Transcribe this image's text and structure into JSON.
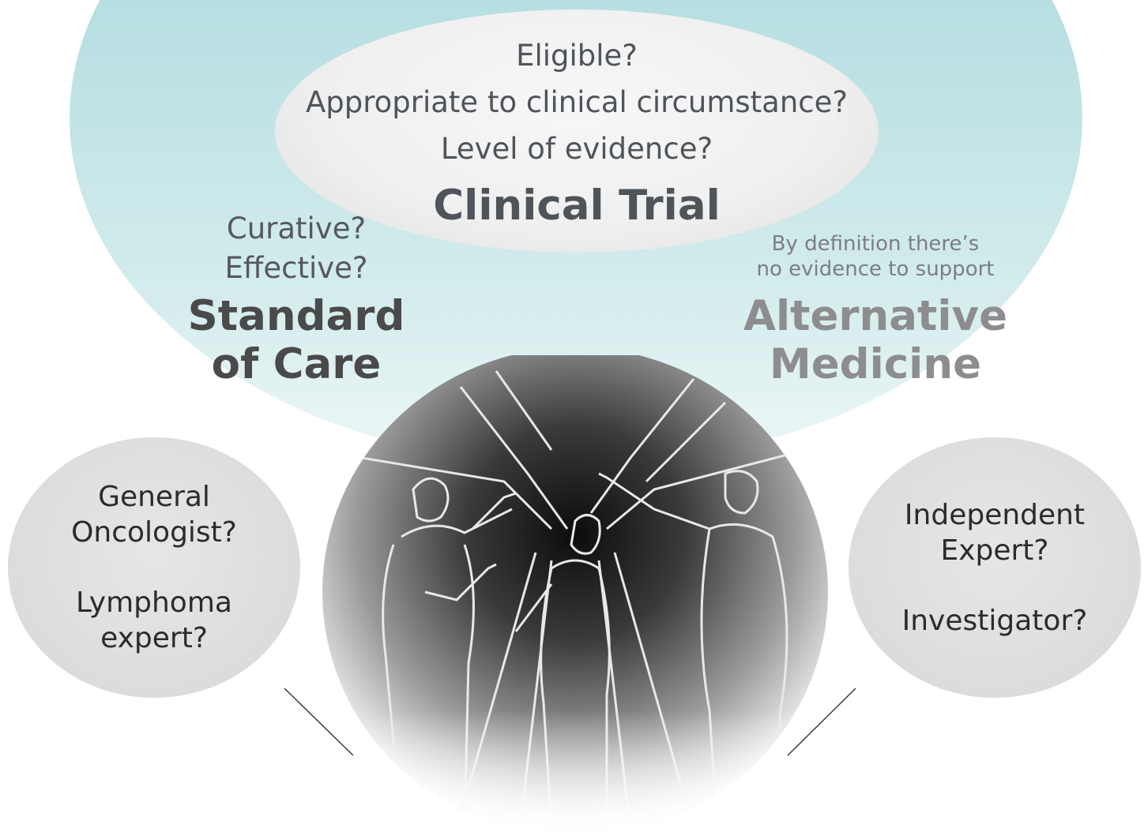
{
  "clinical_trial": {
    "questions": [
      "Eligible?",
      "Appropriate to clinical circumstance?",
      "Level of evidence?"
    ],
    "title": "Clinical Trial"
  },
  "standard_of_care": {
    "questions": [
      "Curative?",
      "Effective?"
    ],
    "title_line1": "Standard",
    "title_line2": "of Care"
  },
  "alternative_medicine": {
    "note_line1": "By definition there’s",
    "note_line2": "no evidence to support",
    "title_line1": "Alternative",
    "title_line2": "Medicine"
  },
  "left_bubble": {
    "q1_line1": "General",
    "q1_line2": "Oncologist?",
    "q2_line1": "Lymphoma",
    "q2_line2": "expert?"
  },
  "right_bubble": {
    "q1_line1": "Independent",
    "q1_line2": "Expert?",
    "q2_line1": "Investigator?"
  },
  "colors": {
    "bubble_top": "#a6d6d9",
    "bubble_bottom": "#eef7f7",
    "dark_text": "#4e545a",
    "muted_title": "#8d8d90",
    "side_bubble": "#dcdcdc"
  },
  "illustration": "three-people-at-crossroads-globe"
}
